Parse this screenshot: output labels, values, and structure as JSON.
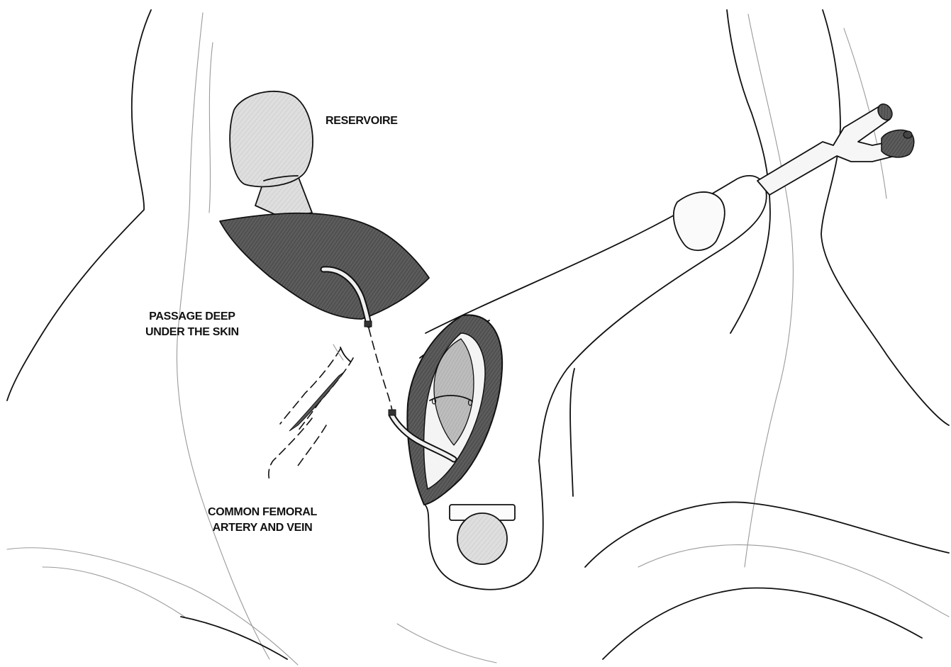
{
  "labels": {
    "reservoir": "RESERVOIRE",
    "passage_line1": "PASSAGE DEEP",
    "passage_line2": "UNDER THE SKIN",
    "femoral_line1": "COMMON FEMORAL",
    "femoral_line2": "ARTERY AND VEIN"
  },
  "colors": {
    "ink": "#111111",
    "skin_dark": "#5a5a5a",
    "skin_flap": "#4e4e4e",
    "reservoir_fill": "#d9d9d9",
    "tissue_light": "#c8c8c8",
    "background": "#ffffff"
  }
}
